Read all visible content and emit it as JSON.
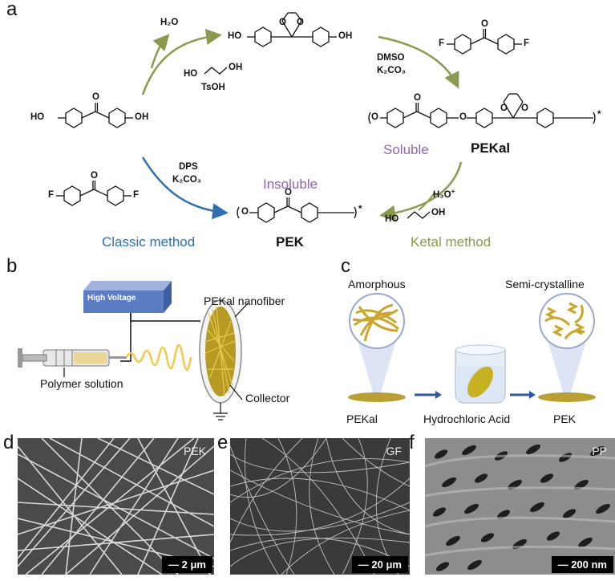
{
  "panel_labels": {
    "a": "a",
    "b": "b",
    "c": "c",
    "d": "d",
    "e": "e",
    "f": "f"
  },
  "scheme": {
    "water": "H₂O",
    "ethylene_glycol_a": "HO",
    "ethylene_glycol_b": "OH",
    "tsoh": "TsOH",
    "dmso": "DMSO",
    "k2co3_top": "K₂CO₃",
    "dps": "DPS",
    "k2co3_left": "K₂CO₃",
    "h3o": "H₃O",
    "h3o_plus": "+",
    "glycol2_a": "HO",
    "glycol2_b": "OH",
    "soluble": "Soluble",
    "insoluble": "Insoluble",
    "pekal": "PEKal",
    "pek": "PEK",
    "classic_method": "Classic method",
    "ketal_method": "Ketal method",
    "atom_ho": "HO",
    "atom_oh": "OH",
    "atom_o": "O",
    "atom_f": "F",
    "star": "*",
    "colors": {
      "olive": "#8a9a4e",
      "blue": "#2e6fb0",
      "purple": "#8e65b3"
    }
  },
  "panel_b": {
    "high_voltage": "High Voltage",
    "nanofiber": "PEKal nanofiber",
    "polymer_solution": "Polymer solution",
    "collector": "Collector"
  },
  "panel_c": {
    "amorphous": "Amorphous",
    "semi_crystalline": "Semi-crystalline",
    "pekal": "PEKal",
    "acid": "Hydrochloric Acid",
    "pek": "PEK"
  },
  "sem": [
    {
      "tag": "PEK",
      "scale": "2 μm"
    },
    {
      "tag": "GF",
      "scale": "20 μm"
    },
    {
      "tag": "PP",
      "scale": "200 nm"
    }
  ]
}
